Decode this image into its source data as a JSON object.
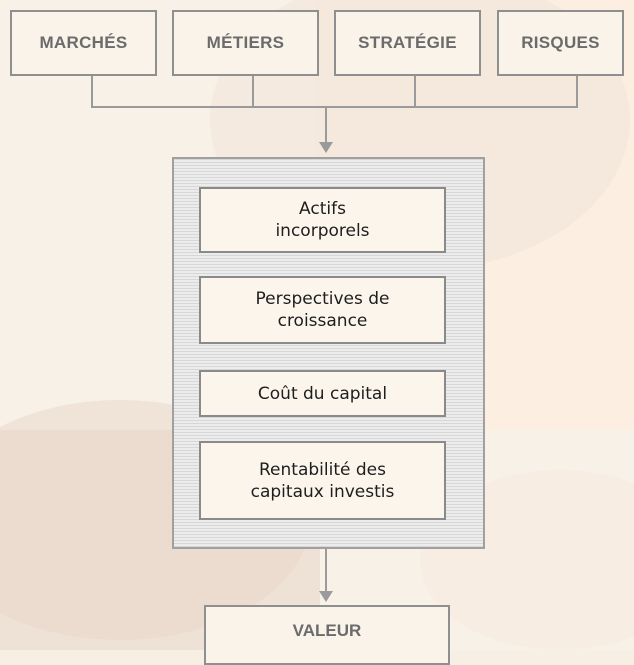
{
  "top_boxes": [
    "MARCHÉS",
    "MÉTIERS",
    "STRATÉGIE",
    "RISQUES"
  ],
  "inner_boxes": [
    "Actifs\nincorporels",
    "Perspectives de\ncroissance",
    "Coût du capital",
    "Rentabilité des\ncapitaux investis"
  ],
  "result": "VALEUR",
  "colors": {
    "border": "#8f8f8f",
    "box_fill": "#f9f3ea",
    "panel_stripe": "#d7d7d7",
    "text_dark": "#1e1e1e",
    "text_grey": "#6b6b6b"
  }
}
